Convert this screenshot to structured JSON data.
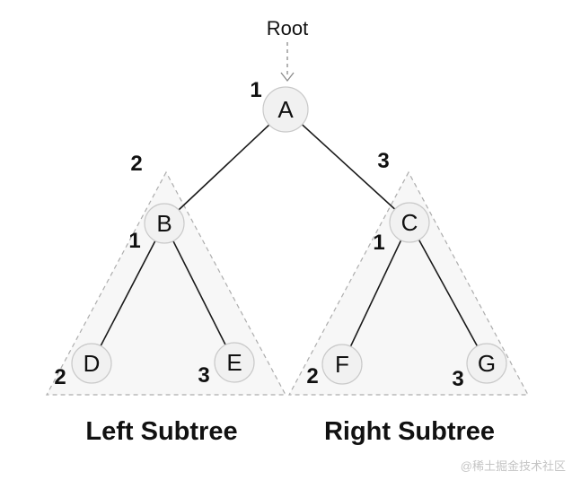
{
  "pointer": {
    "label": "Root"
  },
  "nodes": {
    "a": {
      "label": "A",
      "order": "1"
    },
    "b": {
      "label": "B",
      "order": "1"
    },
    "c": {
      "label": "C",
      "order": "1"
    },
    "d": {
      "label": "D",
      "order": "2"
    },
    "e": {
      "label": "E",
      "order": "3"
    },
    "f": {
      "label": "F",
      "order": "2"
    },
    "g": {
      "label": "G",
      "order": "3"
    }
  },
  "subtrees": {
    "left": {
      "caption": "Left Subtree",
      "order": "2"
    },
    "right": {
      "caption": "Right Subtree",
      "order": "3"
    }
  },
  "watermark": "@稀土掘金技术社区",
  "colors": {
    "node_fill": "#f1f1f1",
    "node_border": "#c9c9c9",
    "subtree_fill": "#f7f7f7",
    "subtree_border": "#adadad",
    "edge": "#1a1a1a",
    "arrow": "#8a8a8a",
    "text": "#111111",
    "watermark": "#c4c4c4"
  }
}
